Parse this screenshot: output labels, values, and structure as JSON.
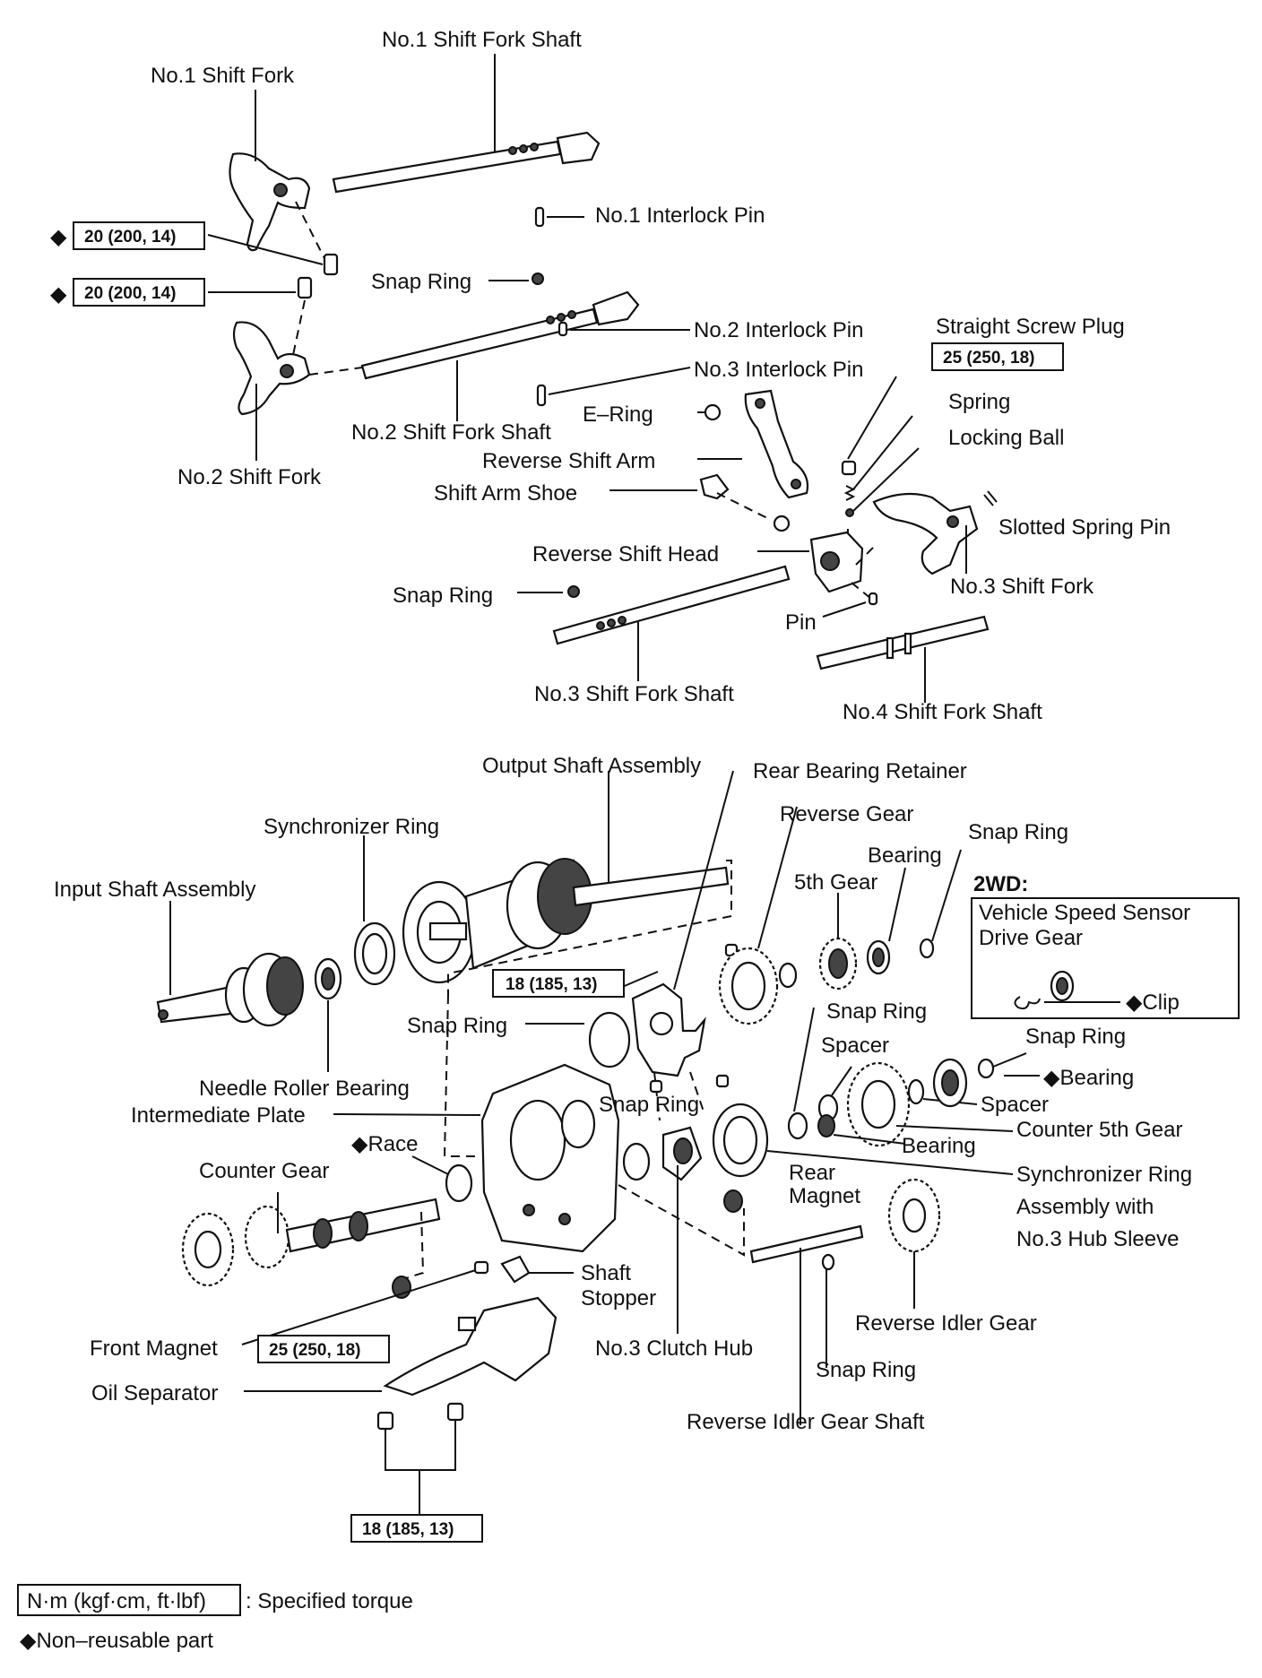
{
  "labels": {
    "no1_shift_fork_shaft": "No.1 Shift Fork Shaft",
    "no1_shift_fork": "No.1 Shift Fork",
    "no1_interlock_pin": "No.1 Interlock Pin",
    "snap_ring_top": "Snap Ring",
    "no2_interlock_pin": "No.2 Interlock Pin",
    "straight_screw_plug": "Straight Screw Plug",
    "no3_interlock_pin": "No.3 Interlock Pin",
    "e_ring": "E–Ring",
    "spring": "Spring",
    "no2_shift_fork_shaft": "No.2 Shift Fork Shaft",
    "locking_ball": "Locking Ball",
    "reverse_shift_arm": "Reverse Shift Arm",
    "no2_shift_fork": "No.2 Shift Fork",
    "shift_arm_shoe": "Shift Arm Shoe",
    "slotted_spring_pin": "Slotted Spring Pin",
    "reverse_shift_head": "Reverse Shift Head",
    "no3_shift_fork": "No.3 Shift Fork",
    "snap_ring_mid": "Snap Ring",
    "pin": "Pin",
    "no3_shift_fork_shaft": "No.3 Shift Fork Shaft",
    "no4_shift_fork_shaft": "No.4 Shift Fork Shaft",
    "output_shaft_assembly": "Output Shaft Assembly",
    "rear_bearing_retainer": "Rear Bearing Retainer",
    "reverse_gear": "Reverse Gear",
    "synchronizer_ring": "Synchronizer Ring",
    "snap_ring_right_top": "Snap Ring",
    "bearing_top": "Bearing",
    "input_shaft_assembly": "Input Shaft Assembly",
    "fifth_gear": "5th Gear",
    "wd2_title": "2WD:",
    "vss_line1": "Vehicle Speed Sensor",
    "vss_line2": "Drive Gear",
    "clip": "◆Clip",
    "snap_ring_center": "Snap Ring",
    "snap_ring_left": "Snap Ring",
    "spacer_top": "Spacer",
    "snap_ring_right": "Snap Ring",
    "bearing_nonreusable": "◆Bearing",
    "needle_roller_bearing": "Needle Roller Bearing",
    "spacer_right": "Spacer",
    "snap_ring_lower": "Snap Ring",
    "intermediate_plate": "Intermediate Plate",
    "counter_5th_gear": "Counter 5th Gear",
    "race": "◆Race",
    "bearing_lower": "Bearing",
    "counter_gear": "Counter Gear",
    "rear_magnet_1": "Rear",
    "rear_magnet_2": "Magnet",
    "sync_ring_assy_1": "Synchronizer Ring",
    "sync_ring_assy_2": "Assembly with",
    "sync_ring_assy_3": "No.3 Hub Sleeve",
    "shaft_stopper_1": "Shaft",
    "shaft_stopper_2": "Stopper",
    "reverse_idler_gear": "Reverse Idler Gear",
    "front_magnet": "Front Magnet",
    "no3_clutch_hub": "No.3 Clutch Hub",
    "oil_separator": "Oil Separator",
    "snap_ring_bottom": "Snap Ring",
    "reverse_idler_gear_shaft": "Reverse Idler Gear Shaft"
  },
  "torque": {
    "fork1_bolt": "20 (200, 14)",
    "fork2_bolt": "20 (200, 14)",
    "screw_plug": "25 (250, 18)",
    "retainer_bolt": "18 (185, 13)",
    "shaft_stopper_bolt": "25 (250, 18)",
    "oil_separator_bolt": "18 (185, 13)"
  },
  "marks": {
    "non_reusable_symbol": "◆"
  },
  "legend": {
    "torque_unit": "N·m (kgf·cm, ft·lbf)",
    "torque_desc": ": Specified torque",
    "non_reusable": "◆Non–reusable part"
  }
}
